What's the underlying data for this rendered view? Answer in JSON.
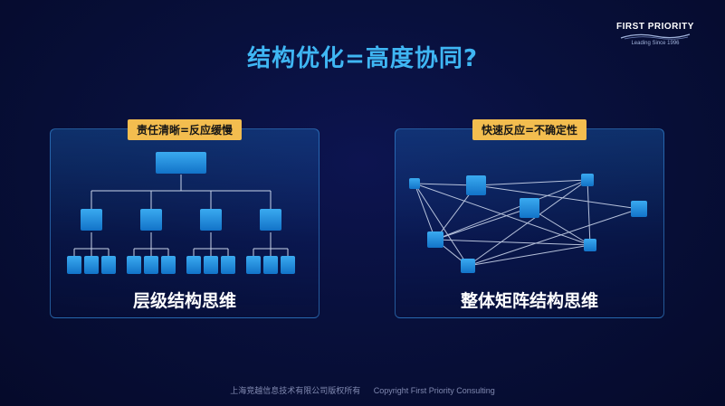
{
  "logo": {
    "name": "FIRST PRIORITY",
    "tagline": "Leading Since 1996"
  },
  "title": "结构优化=高度协同?",
  "left_panel": {
    "badge": "责任清晰=反应缓慢",
    "caption": "层级结构思维"
  },
  "right_panel": {
    "badge": "快速反应=不确定性",
    "caption": "整体矩阵结构思维"
  },
  "footer": {
    "cn": "上海竞越信息技术有限公司版权所有",
    "en": "Copyright First Priority Consulting"
  },
  "colors": {
    "title": "#3fb6f3",
    "badge": "#f3bd4f",
    "node": "#1f8fdf"
  }
}
